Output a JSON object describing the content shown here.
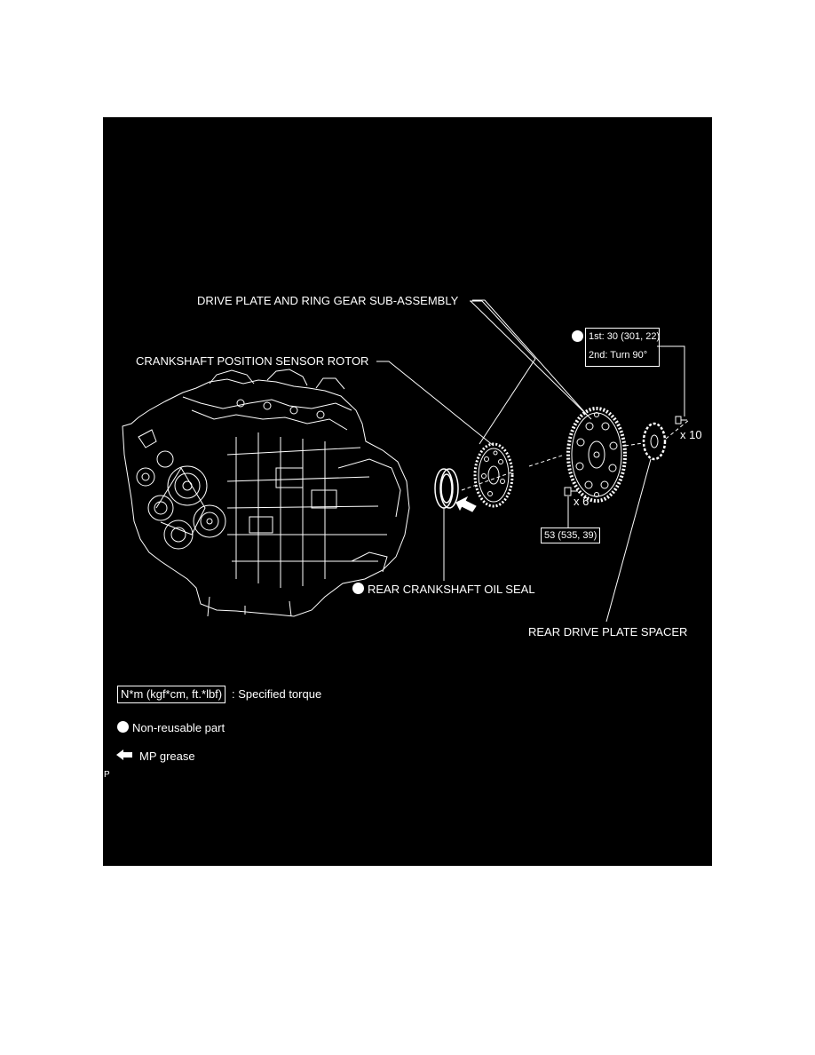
{
  "colors": {
    "panel_background": "#000000",
    "linework": "#ffffff",
    "page_background": "#ffffff"
  },
  "icons": {
    "non_reusable": "filled-circle-icon",
    "mp_grease": "arrow-left-icon"
  },
  "callouts": {
    "drive_plate": "DRIVE PLATE AND RING GEAR SUB-ASSEMBLY",
    "sensor_rotor": "CRANKSHAFT POSITION SENSOR ROTOR",
    "oil_seal": "REAR CRANKSHAFT OIL SEAL",
    "spacer": "REAR DRIVE PLATE SPACER"
  },
  "torque": {
    "drive_plate_bolts_step1": "1st: 30 (301, 22)",
    "drive_plate_bolts_step2": "2nd: Turn 90°",
    "drive_plate_bolts_qty": "x 10",
    "rotor_bolts_value": "53 (535, 39)",
    "rotor_bolts_qty": "x 6"
  },
  "legend": {
    "torque_units": "N*m (kgf*cm, ft.*lbf)",
    "torque_desc": ": Specified torque",
    "non_reusable": "Non-reusable part",
    "grease": "MP grease"
  },
  "footer_mark": "P"
}
